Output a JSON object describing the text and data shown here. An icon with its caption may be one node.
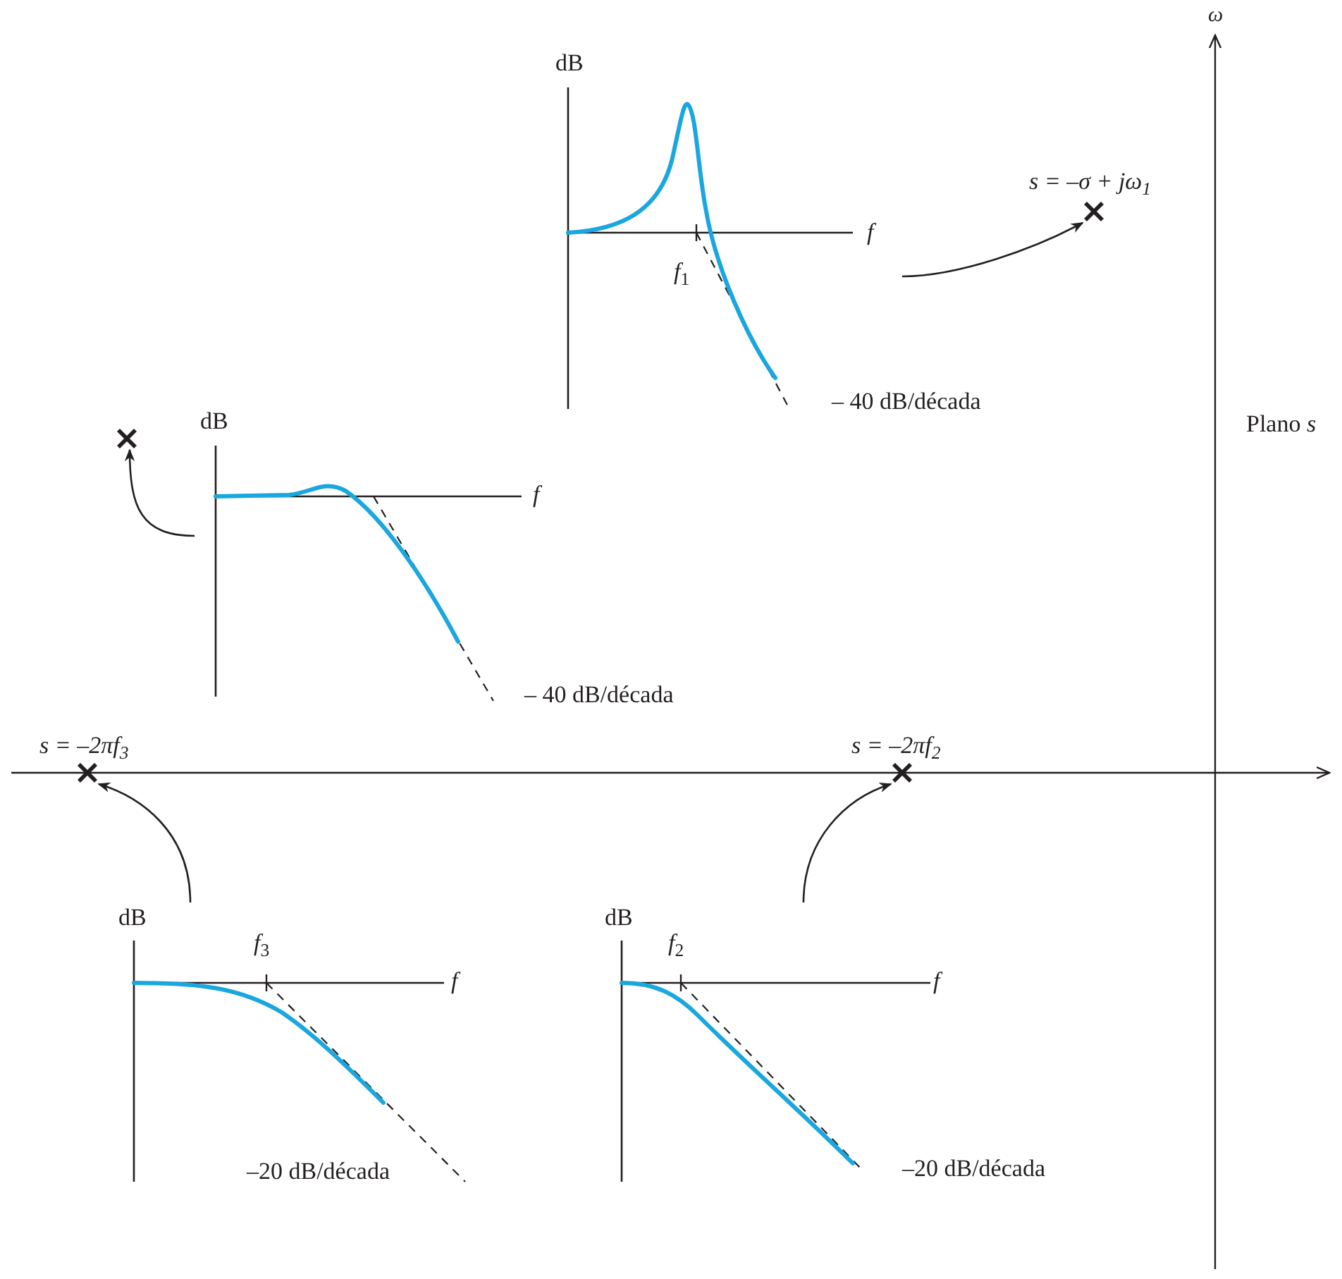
{
  "diagram": {
    "nodes": [
      {
        "text": [
          "dB",
          "f",
          "*f*$_{1}$"
        ],
        "beside": [
          "– 40 dB/década"
        ]
      },
      {
        "text": [],
        "shape": "cross",
        "beside": [
          "s = –σ + jω$_{1}$"
        ]
      },
      {
        "text": [
          "dB",
          "f"
        ],
        "beside": [
          "– 40 dB/década"
        ]
      },
      {
        "text": [],
        "shape": "cross"
      },
      {
        "text": [],
        "shape": "cross",
        "beside": [
          "s = –2πf$_{3}$"
        ]
      },
      {
        "text": [],
        "shape": "cross",
        "beside": [
          "s = –2πf$_{2}$"
        ]
      },
      {
        "text": [
          "dB",
          "f",
          "*f*$_{3}$",
          "–20 dB/década"
        ]
      },
      {
        "text": [
          "dB",
          "f",
          "*f*$_{2}$"
        ],
        "beside": [
          "–20 dB/década"
        ]
      }
    ],
    "edges": [
      {
        "from": 0,
        "to": 1,
        "arrow": "to"
      },
      {
        "from": 2,
        "to": 3,
        "arrow": "to"
      },
      {
        "from": 6,
        "to": 4,
        "arrow": "to"
      },
      {
        "from": 7,
        "to": 5,
        "arrow": "to"
      }
    ],
    "labels": [
      "ω",
      "Plano *s*"
    ]
  }
}
